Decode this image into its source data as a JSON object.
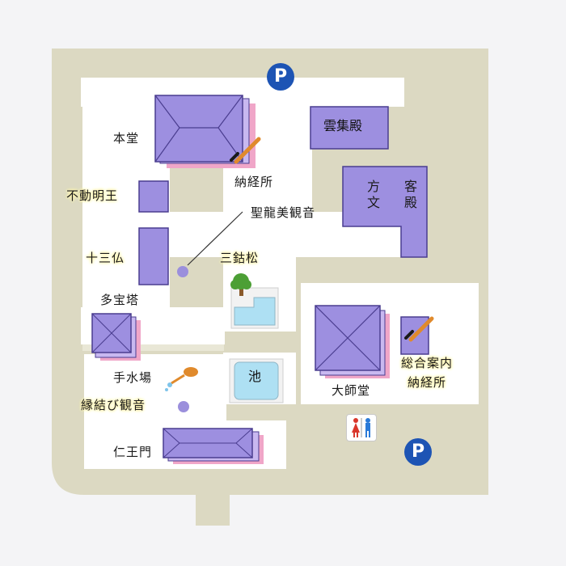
{
  "buildings": {
    "hondo": "本堂",
    "unshuden": "雲集殿",
    "kyakuden_left": "方文",
    "kyakuden_right": "客殿",
    "daishido": "大師堂"
  },
  "labels": {
    "nokyosho": "納経所",
    "fudo_myoo": "不動明王",
    "seiryu_bikannon": "聖龍美観音",
    "jusanbutsu": "十三仏",
    "sankomatsu": "三鈷松",
    "tahoto": "多宝塔",
    "chozuba": "手水場",
    "ike": "池",
    "enmusubi_kannon": "縁結び観音",
    "niomon": "仁王門",
    "sogo_annai": "総合案内",
    "nokyosho2": "納経所"
  },
  "parking_symbol": "P",
  "icons": {
    "brush": "brush-icon",
    "tree": "tree-icon",
    "water_ladle": "water-ladle-icon",
    "restroom": "restroom-icon",
    "parking": "parking-icon"
  },
  "colors": {
    "ground": "#dcd9c2",
    "path": "#ffffff",
    "building": "#9d8fe0",
    "building_stroke": "#4a3d8f",
    "pond": "#aee0f3",
    "statue_dot": "#9b8fdc",
    "highlight": "#fff5b0",
    "parking": "#1d54b4"
  }
}
